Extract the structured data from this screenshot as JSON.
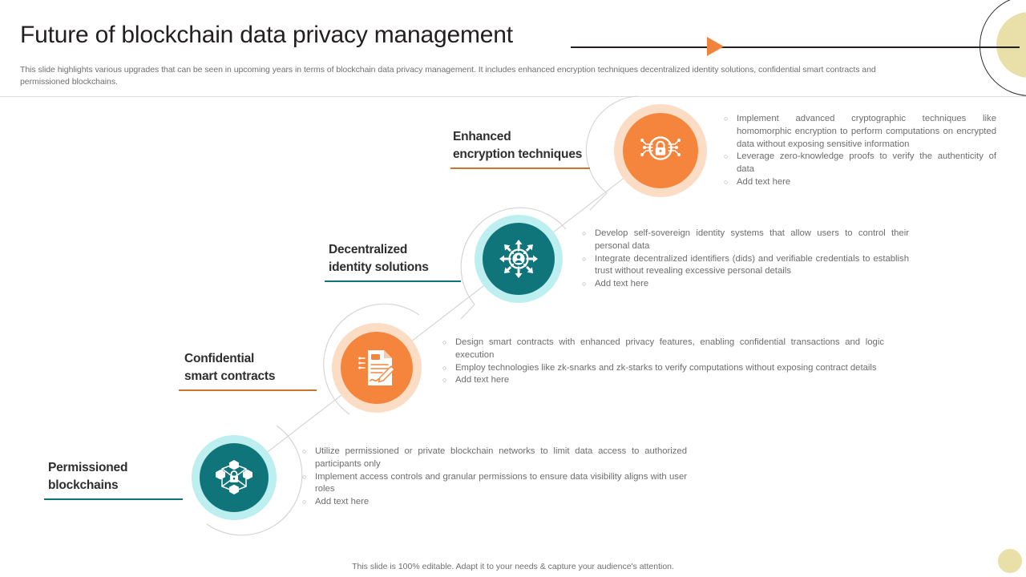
{
  "header": {
    "title": "Future of blockchain data privacy management",
    "subtitle": "This slide highlights various upgrades that can be seen in upcoming years in terms of blockchain data privacy management. It includes enhanced encryption techniques decentralized identity solutions, confidential smart contracts and permissioned blockchains."
  },
  "footer": {
    "note": "This slide is 100% editable. Adapt it to your needs & capture your audience's attention."
  },
  "colors": {
    "orange": "#f5843c",
    "orange_light": "#fbddc6",
    "teal": "#10757a",
    "teal_light": "#bdeef0",
    "heading": "#2e2e2e",
    "body": "#6d6d6d",
    "line": "#d6d6d6",
    "cream": "#e8e0a8"
  },
  "sections": [
    {
      "id": "enhanced-encryption-techniques",
      "heading_line1": "Enhanced",
      "heading_line2": "encryption techniques",
      "accent": "orange",
      "icon": "lock-network-icon",
      "bullets": [
        "Implement advanced cryptographic techniques like homomorphic encryption to perform computations on encrypted data without exposing sensitive information",
        "Leverage zero-knowledge proofs to verify the authenticity of data",
        "Add text here"
      ]
    },
    {
      "id": "decentralized-identity-solutions",
      "heading_line1": "Decentralized",
      "heading_line2": "identity solutions",
      "accent": "teal",
      "icon": "identity-network-icon",
      "bullets": [
        "Develop self-sovereign identity systems that allow users to control their personal data",
        "Integrate decentralized identifiers (dids) and verifiable credentials to establish trust without revealing excessive personal details",
        "Add text here"
      ]
    },
    {
      "id": "confidential-smart-contracts",
      "heading_line1": "Confidential",
      "heading_line2": "smart contracts",
      "accent": "orange",
      "icon": "contract-document-icon",
      "bullets": [
        "Design smart contracts with enhanced privacy features, enabling confidential transactions and logic execution",
        "Employ technologies like zk-snarks and zk-starks to verify computations without exposing contract details",
        "Add text here"
      ]
    },
    {
      "id": "permissioned-blockchains",
      "heading_line1": "Permissioned",
      "heading_line2": "blockchains",
      "accent": "teal",
      "icon": "blockchain-lock-icon",
      "bullets": [
        "Utilize permissioned or private blockchain networks to limit data access to authorized participants only",
        "Implement access controls and granular permissions to ensure data visibility aligns with user roles",
        "Add text here"
      ]
    }
  ],
  "bullet_marker": "○"
}
